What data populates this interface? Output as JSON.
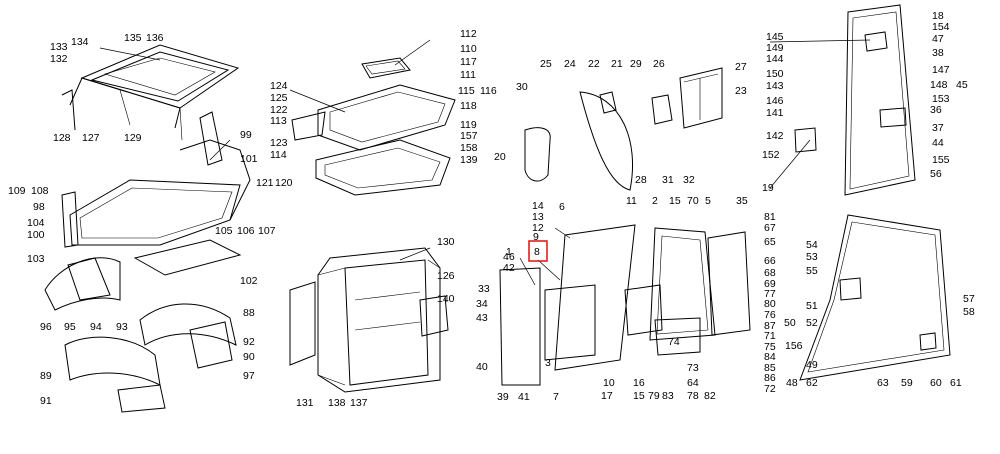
{
  "diagram": {
    "highlighted_callout": "8",
    "callouts": [
      "134",
      "135",
      "136",
      "133",
      "132",
      "128",
      "127",
      "129",
      "99",
      "101",
      "124",
      "125",
      "122",
      "113",
      "123",
      "114",
      "121",
      "120",
      "112",
      "110",
      "117",
      "111",
      "115",
      "116",
      "118",
      "119",
      "157",
      "158",
      "139",
      "109",
      "108",
      "98",
      "104",
      "100",
      "103",
      "105",
      "106",
      "107",
      "102",
      "96",
      "95",
      "94",
      "93",
      "88",
      "92",
      "90",
      "97",
      "89",
      "91",
      "130",
      "126",
      "140",
      "131",
      "138",
      "137",
      "25",
      "24",
      "22",
      "21",
      "29",
      "26",
      "27",
      "23",
      "30",
      "20",
      "28",
      "31",
      "32",
      "14",
      "13",
      "12",
      "9",
      "8",
      "6",
      "11",
      "2",
      "15",
      "70",
      "5",
      "35",
      "46",
      "42",
      "1",
      "33",
      "34",
      "43",
      "40",
      "39",
      "41",
      "3",
      "7",
      "10",
      "17",
      "16",
      "15",
      "79",
      "83",
      "74",
      "73",
      "64",
      "78",
      "82",
      "81",
      "67",
      "65",
      "66",
      "68",
      "69",
      "77",
      "80",
      "76",
      "87",
      "71",
      "75",
      "84",
      "85",
      "86",
      "72",
      "156",
      "145",
      "149",
      "144",
      "143",
      "150",
      "146",
      "141",
      "142",
      "152",
      "19",
      "18",
      "154",
      "47",
      "38",
      "147",
      "148",
      "45",
      "153",
      "36",
      "37",
      "44",
      "155",
      "56",
      "54",
      "53",
      "55",
      "51",
      "52",
      "50",
      "49",
      "48",
      "62",
      "63",
      "59",
      "60",
      "61",
      "57",
      "58"
    ]
  }
}
